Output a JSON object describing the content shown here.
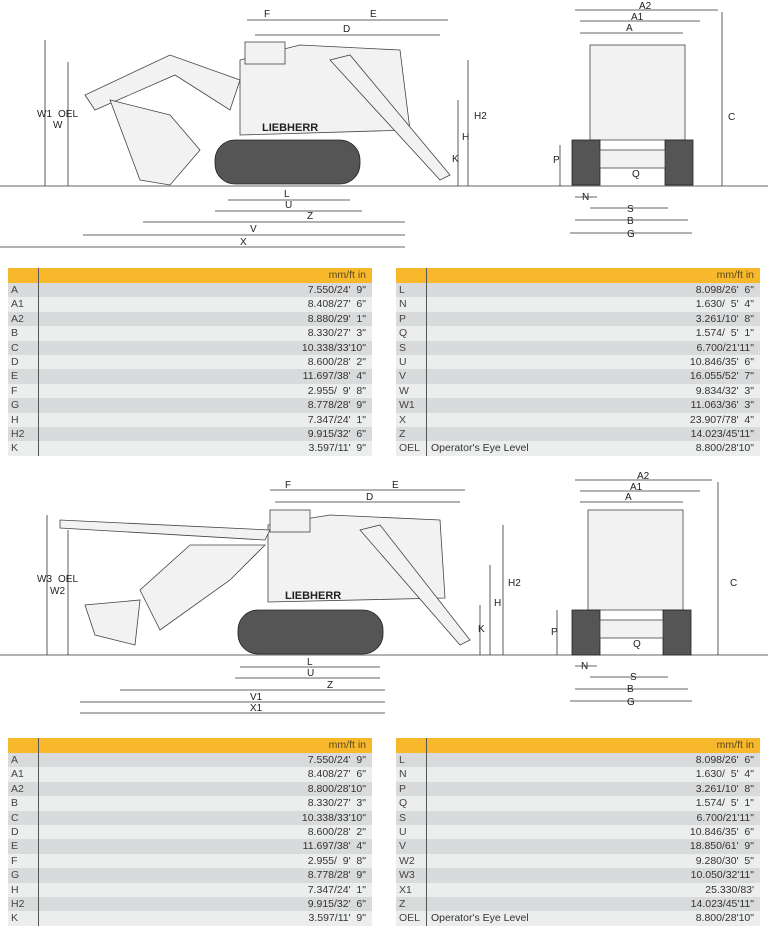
{
  "colors": {
    "header": "#f7b82b",
    "row_dark": "#d9dadb",
    "row_light": "#eceded"
  },
  "brand_on_machine": "LIEBHERR",
  "top": {
    "side_labels": {
      "F": "F",
      "E": "E",
      "D": "D",
      "W1": "W1",
      "OEL": "OEL",
      "W": "W",
      "H2": "H2",
      "H": "H",
      "K": "K",
      "L": "L",
      "U": "U",
      "Z": "Z",
      "V": "V",
      "X": "X"
    },
    "front_labels": {
      "A2": "A2",
      "A1": "A1",
      "A": "A",
      "C": "C",
      "P": "P",
      "Q": "Q",
      "N": "N",
      "S": "S",
      "B": "B",
      "G": "G"
    },
    "table_left": {
      "unit": "mm/ft in",
      "rows": [
        {
          "k": "A",
          "v": "7.550/24'  9\""
        },
        {
          "k": "A1",
          "v": "8.408/27'  6\""
        },
        {
          "k": "A2",
          "v": "8.880/29'  1\""
        },
        {
          "k": "B",
          "v": "8.330/27'  3\""
        },
        {
          "k": "C",
          "v": "10.338/33'10\""
        },
        {
          "k": "D",
          "v": "8.600/28'  2\""
        },
        {
          "k": "E",
          "v": "11.697/38'  4\""
        },
        {
          "k": "F",
          "v": "2.955/  9'  8\""
        },
        {
          "k": "G",
          "v": "8.778/28'  9\""
        },
        {
          "k": "H",
          "v": "7.347/24'  1\""
        },
        {
          "k": "H2",
          "v": "9.915/32'  6\""
        },
        {
          "k": "K",
          "v": "3.597/11'  9\""
        }
      ]
    },
    "table_right": {
      "unit": "mm/ft in",
      "rows": [
        {
          "k": "L",
          "v": "8.098/26'  6\""
        },
        {
          "k": "N",
          "v": "1.630/  5'  4\""
        },
        {
          "k": "P",
          "v": "3.261/10'  8\""
        },
        {
          "k": "Q",
          "v": "1.574/  5'  1\""
        },
        {
          "k": "S",
          "v": "6.700/21'11\""
        },
        {
          "k": "U",
          "v": "10.846/35'  6\""
        },
        {
          "k": "V",
          "v": "16.055/52'  7\""
        },
        {
          "k": "W",
          "v": "9.834/32'  3\""
        },
        {
          "k": "W1",
          "v": "11.063/36'  3\""
        },
        {
          "k": "X",
          "v": "23.907/78'  4\""
        },
        {
          "k": "Z",
          "v": "14.023/45'11\""
        },
        {
          "k": "OEL",
          "d": "Operator's Eye Level",
          "v": "8.800/28'10\""
        }
      ]
    }
  },
  "bottom": {
    "side_labels": {
      "F": "F",
      "E": "E",
      "D": "D",
      "W3": "W3",
      "OEL": "OEL",
      "W2": "W2",
      "H2": "H2",
      "H": "H",
      "K": "K",
      "L": "L",
      "U": "U",
      "Z": "Z",
      "V1": "V1",
      "X1": "X1"
    },
    "front_labels": {
      "A2": "A2",
      "A1": "A1",
      "A": "A",
      "C": "C",
      "P": "P",
      "Q": "Q",
      "N": "N",
      "S": "S",
      "B": "B",
      "G": "G"
    },
    "table_left": {
      "unit": "mm/ft in",
      "rows": [
        {
          "k": "A",
          "v": "7.550/24'  9\""
        },
        {
          "k": "A1",
          "v": "8.408/27'  6\""
        },
        {
          "k": "A2",
          "v": "8.800/28'10\""
        },
        {
          "k": "B",
          "v": "8.330/27'  3\""
        },
        {
          "k": "C",
          "v": "10.338/33'10\""
        },
        {
          "k": "D",
          "v": "8.600/28'  2\""
        },
        {
          "k": "E",
          "v": "11.697/38'  4\""
        },
        {
          "k": "F",
          "v": "2.955/  9'  8\""
        },
        {
          "k": "G",
          "v": "8.778/28'  9\""
        },
        {
          "k": "H",
          "v": "7.347/24'  1\""
        },
        {
          "k": "H2",
          "v": "9.915/32'  6\""
        },
        {
          "k": "K",
          "v": "3.597/11'  9\""
        }
      ]
    },
    "table_right": {
      "unit": "mm/ft in",
      "rows": [
        {
          "k": "L",
          "v": "8.098/26'  6\""
        },
        {
          "k": "N",
          "v": "1.630/  5'  4\""
        },
        {
          "k": "P",
          "v": "3.261/10'  8\""
        },
        {
          "k": "Q",
          "v": "1.574/  5'  1\""
        },
        {
          "k": "S",
          "v": "6.700/21'11\""
        },
        {
          "k": "U",
          "v": "10.846/35'  6\""
        },
        {
          "k": "V",
          "v": "18.850/61'  9\""
        },
        {
          "k": "W2",
          "v": "9.280/30'  5\""
        },
        {
          "k": "W3",
          "v": "10.050/32'11\""
        },
        {
          "k": "X1",
          "v": "25.330/83'"
        },
        {
          "k": "Z",
          "v": "14.023/45'11\""
        },
        {
          "k": "OEL",
          "d": "Operator's Eye Level",
          "v": "8.800/28'10\""
        }
      ]
    }
  }
}
